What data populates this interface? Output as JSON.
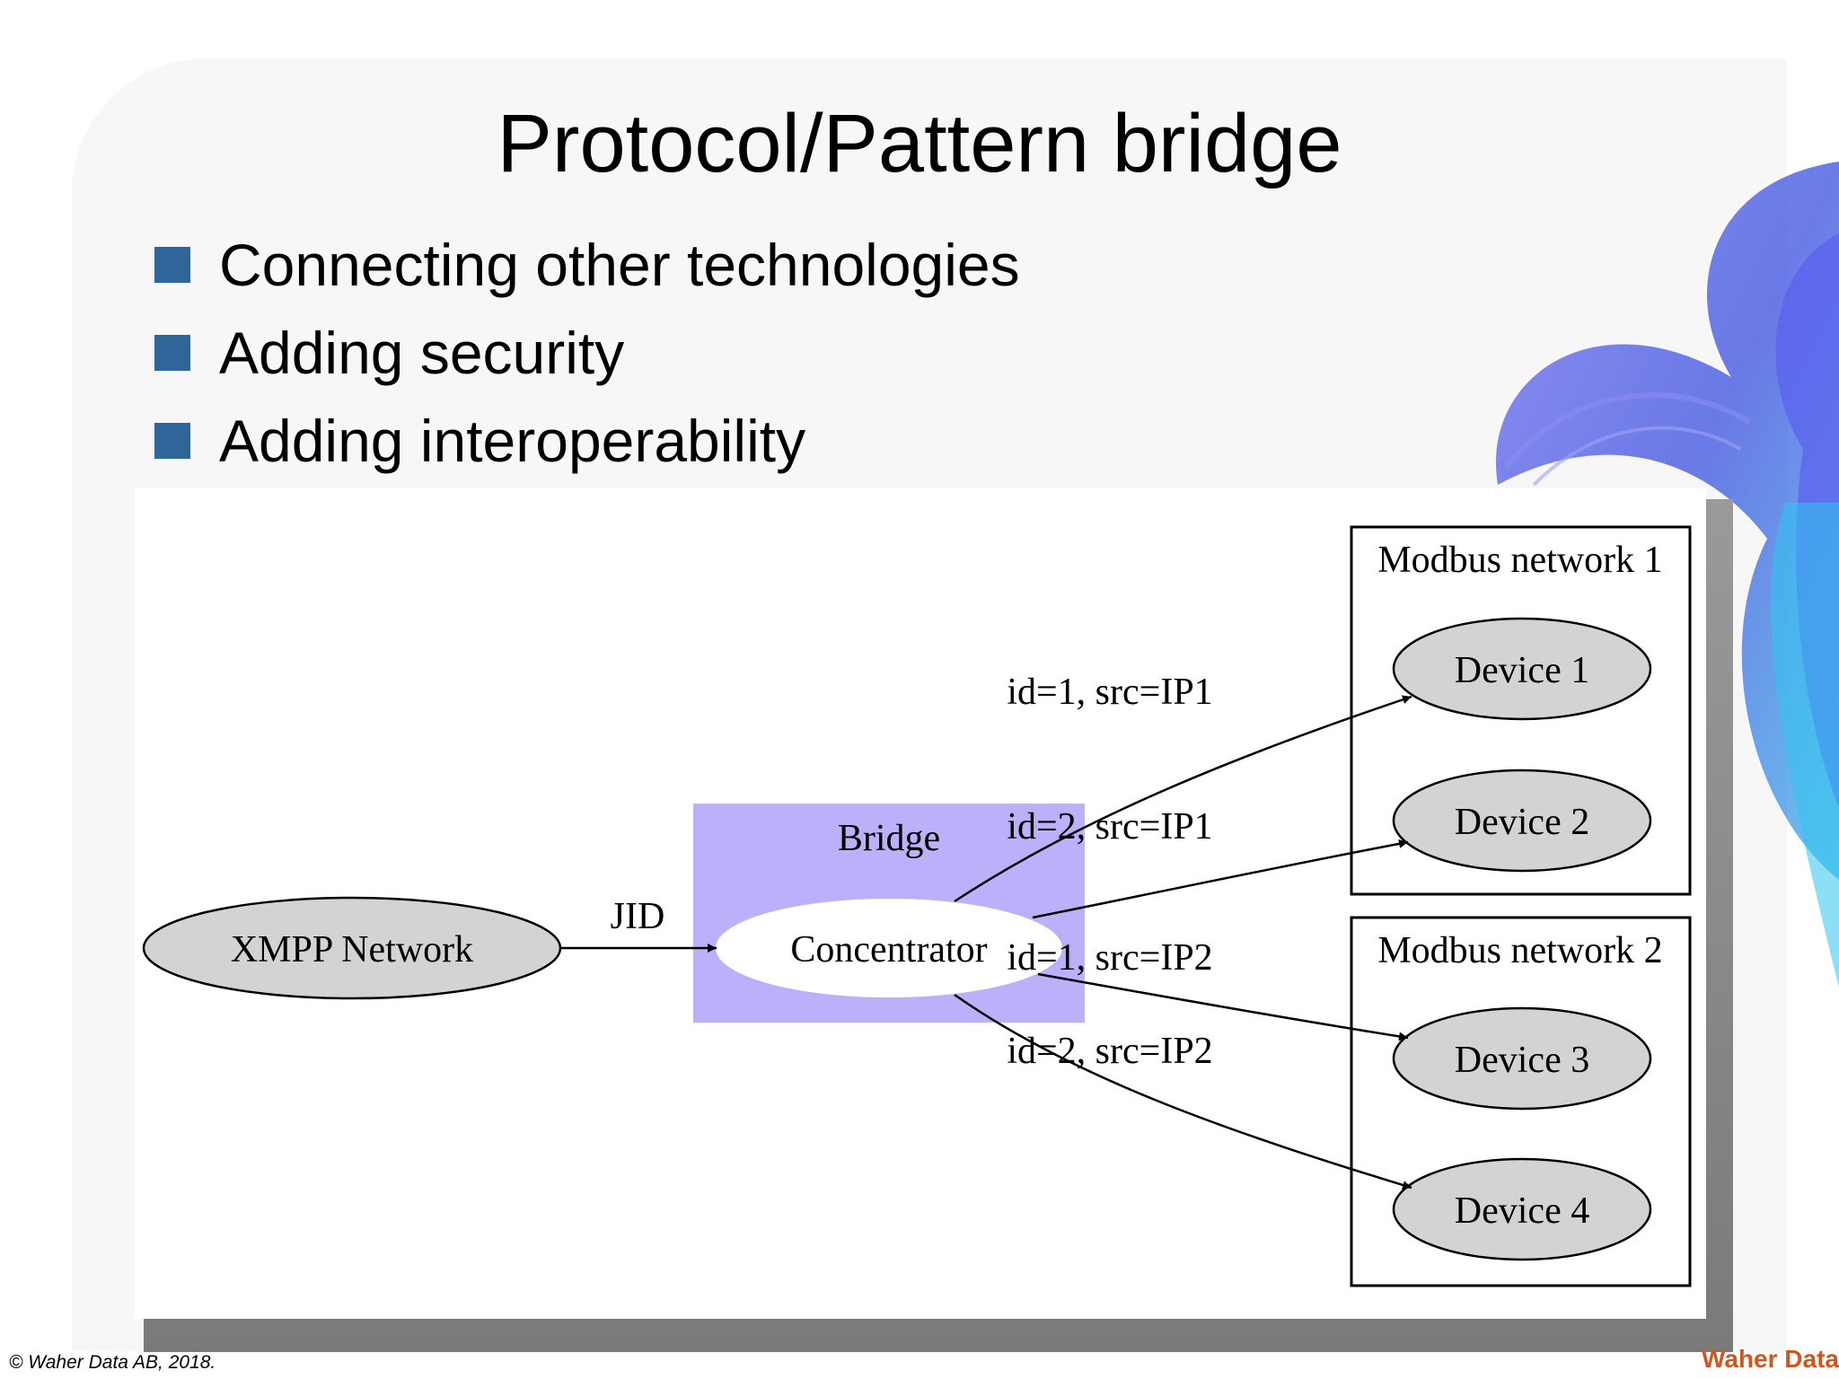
{
  "slide": {
    "title": "Protocol/Pattern bridge",
    "bullets": [
      "Connecting other technologies",
      "Adding security",
      "Adding interoperability"
    ],
    "footer": "© Waher Data AB, 2018.",
    "logo_text": "Waher Data"
  },
  "diagram": {
    "nodes": {
      "xmpp": "XMPP Network",
      "concentrator": "Concentrator",
      "device1": "Device 1",
      "device2": "Device 2",
      "device3": "Device 3",
      "device4": "Device 4"
    },
    "clusters": {
      "bridge": "Bridge",
      "modbus1": "Modbus network 1",
      "modbus2": "Modbus network 2"
    },
    "edges": {
      "jid": "JID",
      "e1": "id=1, src=IP1",
      "e2": "id=2, src=IP1",
      "e3": "id=1, src=IP2",
      "e4": "id=2, src=IP2"
    },
    "colors": {
      "bridge_fill": "#bcb0fb",
      "device_fill": "#d3d3d3",
      "bullet": "#2f6699"
    }
  }
}
